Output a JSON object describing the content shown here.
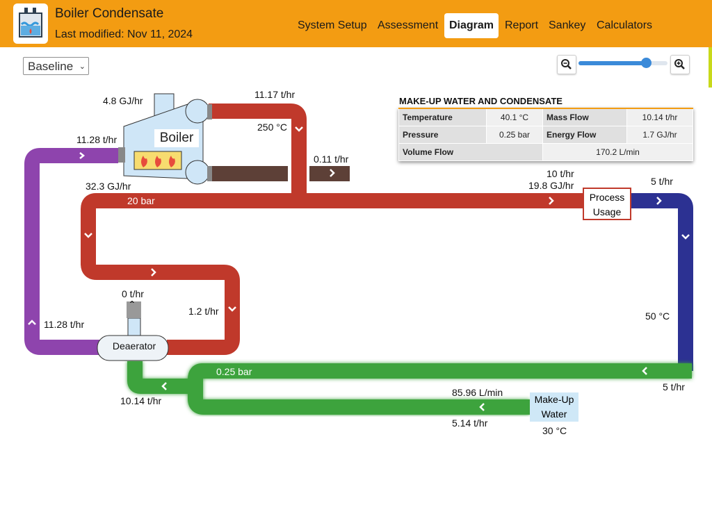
{
  "header": {
    "app_title": "Boiler Condensate",
    "last_modified": "Last modified: Nov 11, 2024",
    "tabs": [
      {
        "label": "System Setup",
        "active": false
      },
      {
        "label": "Assessment",
        "active": false
      },
      {
        "label": "Diagram",
        "active": true
      },
      {
        "label": "Report",
        "active": false
      },
      {
        "label": "Sankey",
        "active": false
      },
      {
        "label": "Calculators",
        "active": false
      }
    ]
  },
  "toolbar": {
    "scenario": "Baseline",
    "zoom_level": 0.8
  },
  "colors": {
    "header": "#f39c12",
    "steam": "#c0392b",
    "condensate_return": "#2c3192",
    "feedwater": "#8e44ad",
    "makeup": "#3da33d",
    "blowdown": "#5d4037"
  },
  "makeup_panel": {
    "title": "MAKE-UP WATER AND CONDENSATE",
    "temperature_label": "Temperature",
    "temperature_value": "40.1 °C",
    "mass_flow_label": "Mass Flow",
    "mass_flow_value": "10.14 t/hr",
    "pressure_label": "Pressure",
    "pressure_value": "0.25 bar",
    "energy_flow_label": "Energy Flow",
    "energy_flow_value": "1.7 GJ/hr",
    "volume_flow_label": "Volume Flow",
    "volume_flow_value": "170.2 L/min"
  },
  "diagram": {
    "boiler_label": "Boiler",
    "fuel_energy": "4.8 GJ/hr",
    "steam_flow": "11.17 t/hr",
    "steam_temp": "250 °C",
    "blowdown_flow": "0.11 t/hr",
    "feedwater_flow": "11.28 t/hr",
    "feedwater_energy": "32.3 GJ/hr",
    "header_pressure": "20 bar",
    "process_flow": "10 t/hr",
    "process_energy": "19.8 GJ/hr",
    "process_label_1": "Process",
    "process_label_2": "Usage",
    "condensate_flow": "5 t/hr",
    "condensate_temp": "50 °C",
    "condensate_return_flow": "5 t/hr",
    "vent_flow": "0 t/hr",
    "deaerator_steam": "1.2 t/hr",
    "deaerator_out": "11.28 t/hr",
    "deaerator_label": "Deaerator",
    "deaerator_pressure": "0.25 bar",
    "deaerator_in": "10.14 t/hr",
    "makeup_volume": "85.96 L/min",
    "makeup_flow": "5.14 t/hr",
    "makeup_label_1": "Make-Up",
    "makeup_label_2": "Water",
    "makeup_temp": "30 °C"
  }
}
